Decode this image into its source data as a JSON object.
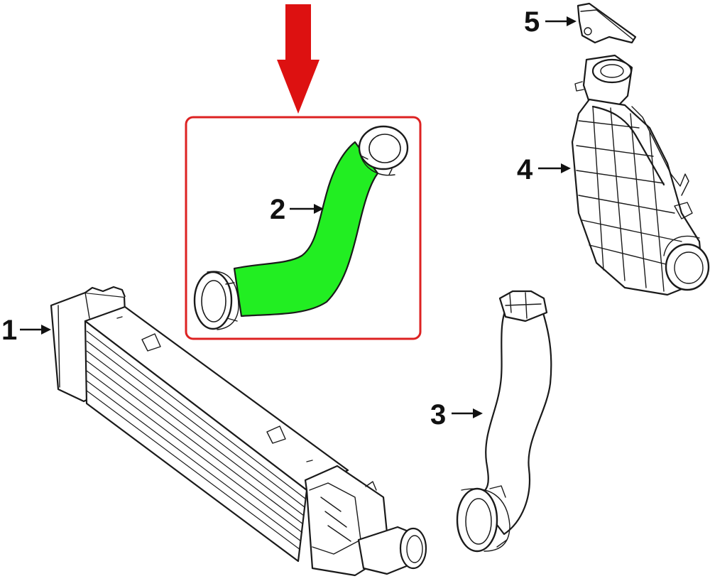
{
  "diagram": {
    "callouts": [
      {
        "id": "1",
        "label": "1"
      },
      {
        "id": "2",
        "label": "2"
      },
      {
        "id": "3",
        "label": "3"
      },
      {
        "id": "4",
        "label": "4"
      },
      {
        "id": "5",
        "label": "5"
      }
    ],
    "highlight": {
      "part": "2",
      "part_color": "#22ee22",
      "frame_color": "#dd2222",
      "arrow_color": "#dd1111"
    }
  }
}
